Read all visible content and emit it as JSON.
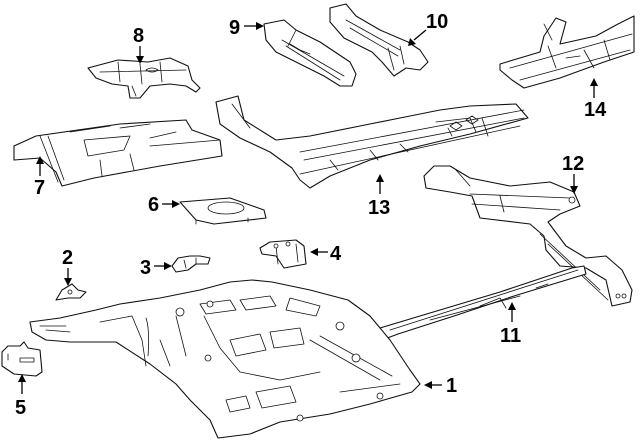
{
  "diagram": {
    "title": "Floor pan assembly exploded view",
    "colors": {
      "line": "#111111",
      "background": "#ffffff",
      "label": "#000000"
    },
    "callouts": [
      {
        "id": "1",
        "label": "1",
        "part": "floor-pan"
      },
      {
        "id": "2",
        "label": "2",
        "part": "small-bracket"
      },
      {
        "id": "3",
        "label": "3",
        "part": "clip-bracket"
      },
      {
        "id": "4",
        "label": "4",
        "part": "seat-mount-bracket"
      },
      {
        "id": "5",
        "label": "5",
        "part": "jack-pad-bracket"
      },
      {
        "id": "6",
        "label": "6",
        "part": "access-cover-plate"
      },
      {
        "id": "7",
        "label": "7",
        "part": "rear-floor-pan"
      },
      {
        "id": "8",
        "label": "8",
        "part": "rear-crossmember"
      },
      {
        "id": "9",
        "label": "9",
        "part": "left-rail-extension"
      },
      {
        "id": "10",
        "label": "10",
        "part": "right-rail-extension"
      },
      {
        "id": "11",
        "label": "11",
        "part": "rocker-reinforcement"
      },
      {
        "id": "12",
        "label": "12",
        "part": "front-side-member"
      },
      {
        "id": "13",
        "label": "13",
        "part": "center-floor-rail"
      },
      {
        "id": "14",
        "label": "14",
        "part": "rear-side-rail"
      }
    ]
  }
}
